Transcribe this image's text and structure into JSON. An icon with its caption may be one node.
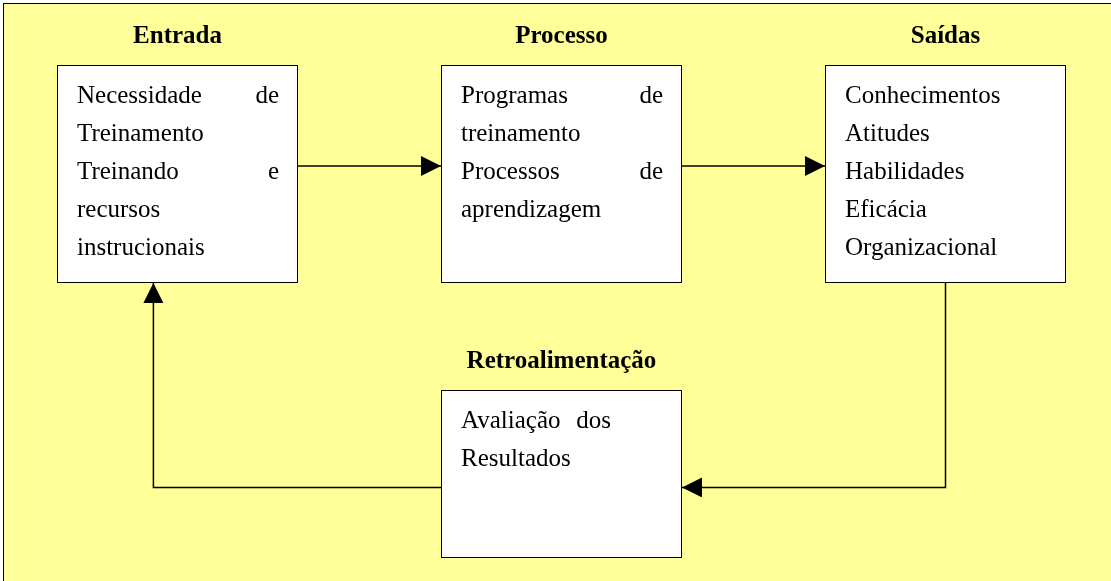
{
  "diagram": {
    "nodes": [
      {
        "text": [
          "Entrada",
          "Necessidade de Treinamento Treinando e recursos instrucionais"
        ]
      },
      {
        "text": [
          "Processo",
          "Programas de treinamento Processos de aprendizagem"
        ]
      },
      {
        "text": [
          "Saídas",
          "Conhecimentos",
          "Atitudes",
          "Habilidades",
          "Eficácia Organizacional"
        ]
      },
      {
        "text": [
          "Retroalimentação",
          "Avaliação dos Resultados"
        ]
      }
    ],
    "edges": [
      {
        "from": 0,
        "to": 1,
        "arrow": "to"
      },
      {
        "from": 1,
        "to": 2,
        "arrow": "to"
      },
      {
        "from": 2,
        "to": 3,
        "arrow": "to"
      },
      {
        "from": 3,
        "to": 0,
        "arrow": "to"
      }
    ]
  }
}
